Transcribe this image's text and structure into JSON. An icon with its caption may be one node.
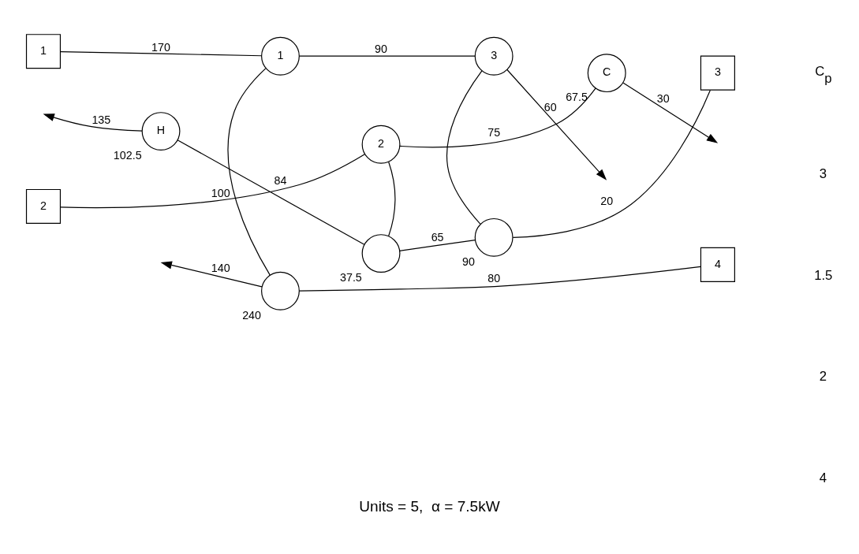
{
  "diagram": {
    "caption": "Units = 5,  α = 7.5kW",
    "nodes": [
      {
        "text": [
          "1"
        ]
      },
      {
        "text": [
          "1"
        ]
      },
      {
        "text": [
          "3"
        ]
      },
      {
        "text": [
          "2"
        ]
      },
      {
        "text": [
          "2"
        ]
      },
      {
        "text": [
          "C"
        ],
        "beside": [
          "67.5"
        ]
      },
      {
        "text": [
          "H"
        ],
        "beside": [
          "102.5"
        ]
      },
      {
        "text": [],
        "shape": "circle",
        "beside": [
          "37.5"
        ]
      },
      {
        "text": [],
        "shape": "circle",
        "beside": [
          "90"
        ]
      },
      {
        "text": [
          "3"
        ]
      },
      {
        "text": [],
        "shape": "circle",
        "beside": [
          "240"
        ]
      },
      {
        "text": [
          "4"
        ]
      }
    ],
    "edges": [
      {
        "from": 0,
        "to": 1,
        "arrow": "none",
        "label": "170"
      },
      {
        "from": 1,
        "to": 2,
        "arrow": "none",
        "label": "90"
      },
      {
        "from": 2,
        "to": null,
        "arrow": "to",
        "label": "60"
      },
      {
        "from": 3,
        "to": 4,
        "arrow": "none",
        "label": "100"
      },
      {
        "from": 4,
        "to": 5,
        "arrow": "none",
        "label": "75"
      },
      {
        "from": 5,
        "to": null,
        "arrow": "to",
        "label": "30"
      },
      {
        "from": 9,
        "to": 8,
        "arrow": "none",
        "label": "20"
      },
      {
        "from": 8,
        "to": 7,
        "arrow": "none",
        "label": "65"
      },
      {
        "from": 7,
        "to": 6,
        "arrow": "none",
        "label": "84"
      },
      {
        "from": 6,
        "to": null,
        "arrow": "to",
        "label": "135"
      },
      {
        "from": 11,
        "to": 10,
        "arrow": "none",
        "label": "80"
      },
      {
        "from": 10,
        "to": null,
        "arrow": "to",
        "label": "140"
      },
      {
        "from": 1,
        "to": 10,
        "arrow": "none"
      },
      {
        "from": 4,
        "to": 7,
        "arrow": "none"
      },
      {
        "from": 2,
        "to": 8,
        "arrow": "none"
      }
    ],
    "labels": [
      "C$_{p}$",
      "3",
      "1.5",
      "2",
      "4"
    ]
  }
}
